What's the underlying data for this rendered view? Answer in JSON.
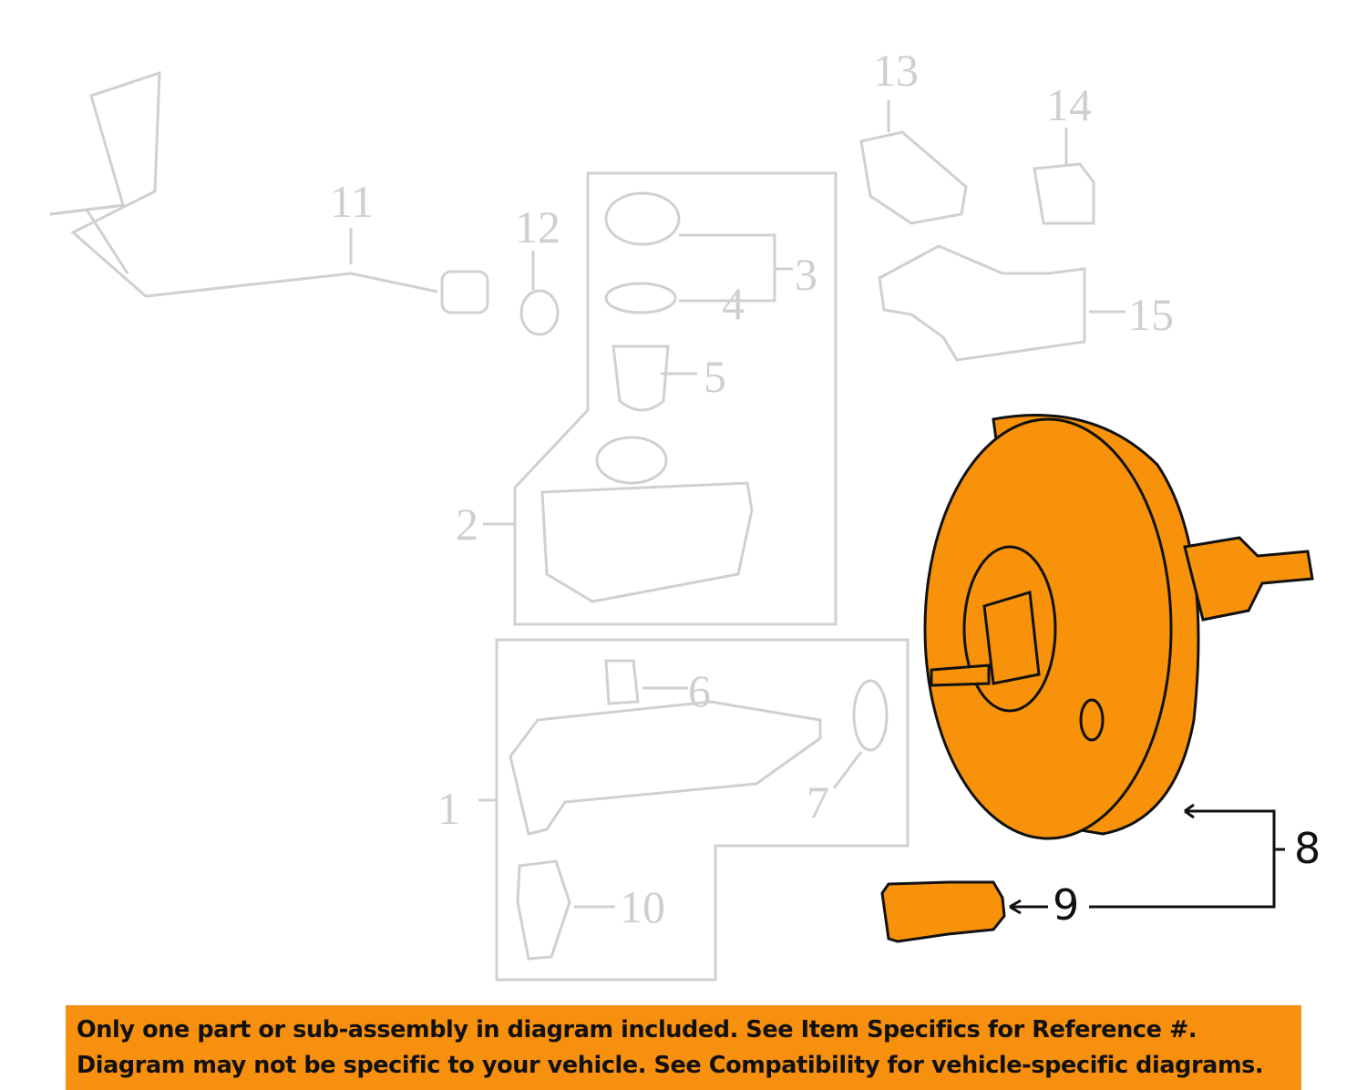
{
  "diagram": {
    "callouts": {
      "c1": "1",
      "c2": "2",
      "c3": "3",
      "c4": "4",
      "c5": "5",
      "c6": "6",
      "c7": "7",
      "c8": "8",
      "c9": "9",
      "c10": "10",
      "c11": "11",
      "c12": "12",
      "c13": "13",
      "c14": "14",
      "c15": "15"
    },
    "highlight_color": "#f7920a",
    "inactive_color": "#cfcfcf"
  },
  "banner": {
    "line1": "Only one part or sub-assembly in diagram included. See Item Specifics for Reference #.",
    "line2": "Diagram may not be specific to your vehicle. See Compatibility for vehicle-specific diagrams.",
    "color": "#f7900f"
  }
}
